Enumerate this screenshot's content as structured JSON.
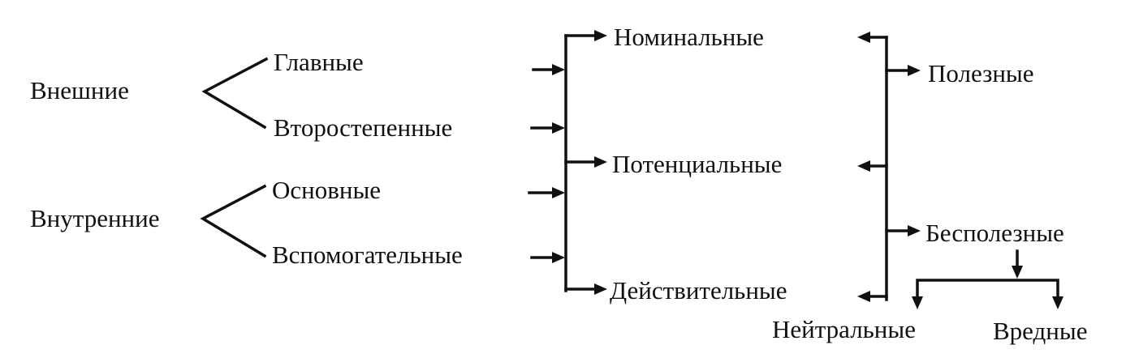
{
  "labels": {
    "external": "Внешние",
    "main": "Главные",
    "secondary": "Второстепенные",
    "internal": "Внутренние",
    "basic": "Основные",
    "auxiliary": "Вспомогательные",
    "nominal": "Номинальные",
    "potential": "Потенциальные",
    "actual": "Действительные",
    "useful": "Полезные",
    "useless": "Бесполезные",
    "neutral": "Нейтральные",
    "harmful": "Вредные"
  },
  "colors": {
    "ink": "#111111",
    "background": "#ffffff"
  }
}
